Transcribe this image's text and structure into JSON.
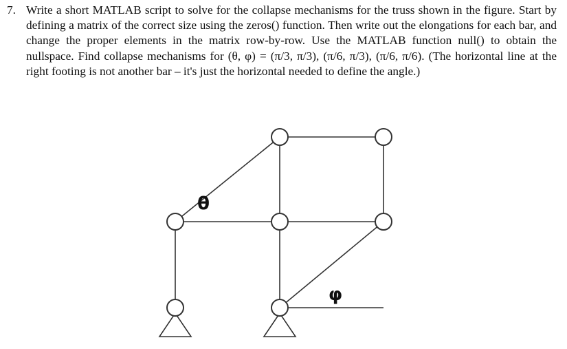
{
  "problem": {
    "number": "7.",
    "text": "Write a short MATLAB script to solve for the collapse mechanisms for the truss shown in the figure. Start by defining a matrix of the correct size using the zeros() function. Then write out the elongations for each bar, and change the proper elements in the matrix row-by-row. Use the MATLAB function null() to obtain the nullspace. Find collapse mechanisms for (θ, φ) = (π/3, π/3), (π/6, π/3), (π/6, π/6). (The horizontal line at the right footing is not another bar – it's just the horizontal needed to define the angle.)"
  },
  "figure": {
    "theta_label": "θ",
    "phi_label": "φ",
    "stroke_color": "#333333"
  }
}
